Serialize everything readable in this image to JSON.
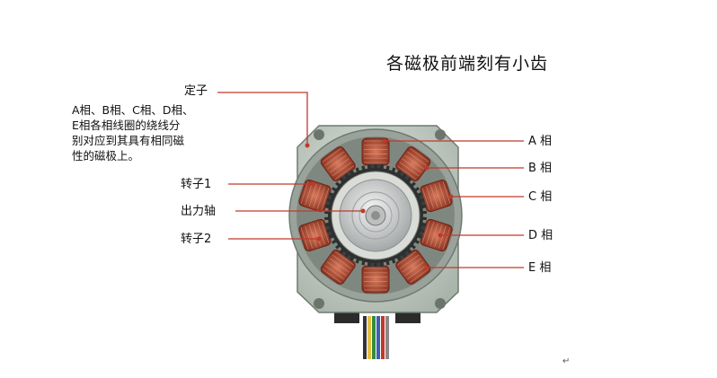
{
  "title": "各磁极前端刻有小齿",
  "stator_label": "定子",
  "stator_description": "A相、B相、C相、D相、\nE相各相线圈的绕线分\n别对应到其具有相同磁\n性的磁极上。",
  "left_labels": {
    "rotor1": "转子1",
    "shaft": "出力轴",
    "rotor2": "转子2"
  },
  "phase_labels": [
    "A 相",
    "B 相",
    "C 相",
    "D 相",
    "E 相"
  ],
  "return_mark": "↵",
  "colors": {
    "leader": "#c0392b",
    "coil": "#b5533c",
    "housing": "#cfd6cf",
    "shaft": "#b9bcbd"
  }
}
